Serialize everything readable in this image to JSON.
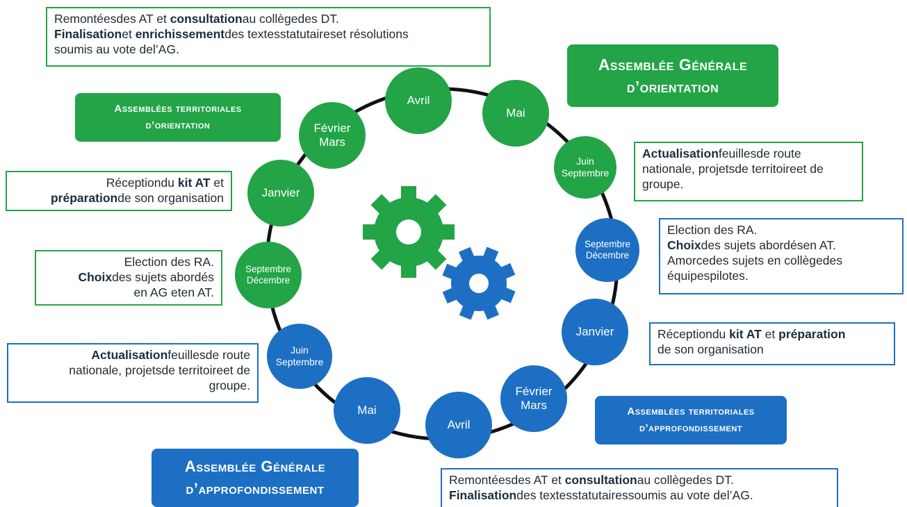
{
  "colors": {
    "green": "#22a447",
    "blue": "#1d6fc4",
    "ring": "#111111"
  },
  "icons": {
    "gear_green": "gear-icon",
    "gear_blue": "gear-icon"
  },
  "nodes": {
    "avril_g": [
      "Avril"
    ],
    "mai_g": [
      "Mai"
    ],
    "juin_sept_g": [
      "Juin",
      "Septembre"
    ],
    "fevrier_mars_g": [
      "Février",
      "Mars"
    ],
    "janvier_g": [
      "Janvier"
    ],
    "sept_dec_g": [
      "Septembre",
      "Décembre"
    ],
    "sept_dec_b": [
      "Septembre",
      "Décembre"
    ],
    "janvier_b": [
      "Janvier"
    ],
    "fevrier_mars_b": [
      "Février",
      "Mars"
    ],
    "avril_b": [
      "Avril"
    ],
    "mai_b": [
      "Mai"
    ],
    "juin_sept_b": [
      "Juin",
      "Septembre"
    ]
  },
  "tags": {
    "ag_orientation": [
      "Assemblée Générale",
      "d’orientation"
    ],
    "at_orientation": [
      "Assemblées territoriales",
      "d’orientation"
    ],
    "at_approfondissement": [
      "Assemblées territoriales",
      "d’approfondissement"
    ],
    "ag_approfondissement": [
      "Assemblée Générale",
      "d’approfondissement"
    ]
  },
  "notes": {
    "top_left": {
      "line1": [
        "Remontées",
        "des AT et ",
        "consultation",
        "au collège",
        "des DT."
      ],
      "line2": [
        "Finalisation",
        "et ",
        "enrichissement",
        "des textes",
        "statutaires",
        "et résolutions"
      ],
      "line3": [
        "soumis au vote de",
        "l’AG."
      ]
    },
    "reception_left": {
      "line1": [
        "Réception",
        "du ",
        "kit AT",
        " et"
      ],
      "line2": [
        "préparation",
        "de son organisation"
      ]
    },
    "election_left": {
      "line1": [
        "Election des RA."
      ],
      "line2": [
        "Choix",
        "des sujets abordés"
      ],
      "line3": [
        "en AG et",
        "en AT."
      ]
    },
    "actualisation_left": {
      "line1": [
        "Actualisation",
        "feuilles",
        "de route"
      ],
      "line2": [
        "nationale",
        ", projets",
        "de territoire",
        "et de"
      ],
      "line3": [
        "groupe."
      ]
    },
    "actualisation_right": {
      "line1": [
        "Actualisation",
        "feuilles",
        "de route"
      ],
      "line2": [
        "nationale",
        ", projets",
        "de territoire",
        "et de"
      ],
      "line3": [
        "groupe."
      ]
    },
    "election_right": {
      "line1": [
        "Election des RA."
      ],
      "line2": [
        "Choix",
        "des sujets abordés",
        "en AT."
      ],
      "line3": [
        "Amorce",
        "des sujets en collège",
        "des"
      ],
      "line4": [
        "équipes",
        "pilotes."
      ]
    },
    "reception_right": {
      "line1": [
        "Réception",
        "du ",
        "kit AT",
        " et ",
        "préparation"
      ],
      "line2": [
        "de son organisation"
      ]
    },
    "bottom_right": {
      "line1": [
        "Remontées",
        "des AT et ",
        "consultation",
        "au collège",
        "des DT."
      ],
      "line2": [
        "Finalisation",
        "des textes",
        "statutaires",
        "soumis au vote de",
        "l’AG."
      ]
    }
  }
}
